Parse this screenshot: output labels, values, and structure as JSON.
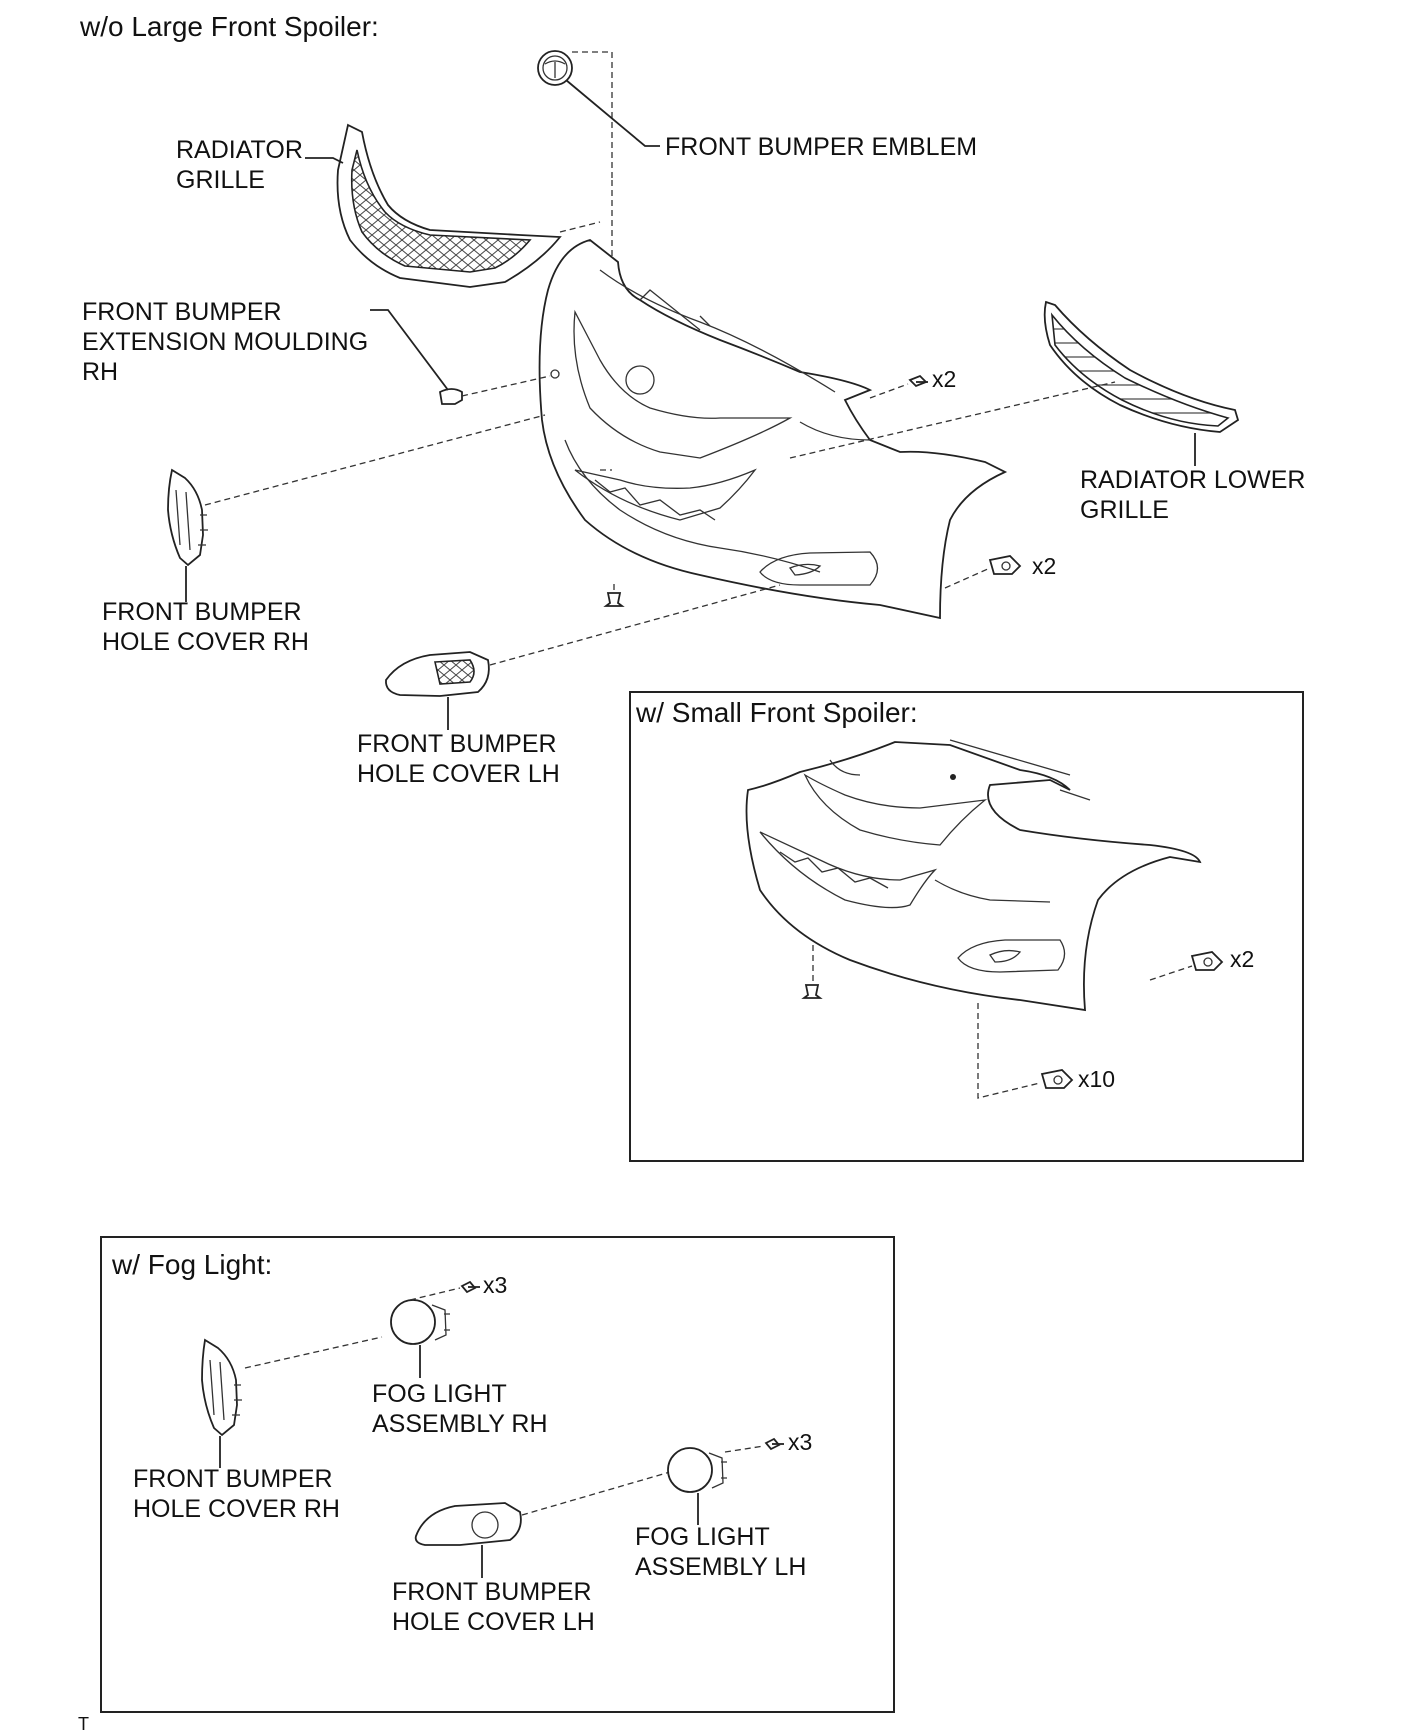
{
  "sections": {
    "main_title": "w/o Large Front Spoiler:",
    "small_spoiler_title": "w/ Small Front Spoiler:",
    "fog_title": "w/ Fog Light:"
  },
  "labels": {
    "front_bumper_emblem": "FRONT BUMPER EMBLEM",
    "radiator_grille_1": "RADIATOR",
    "radiator_grille_2": "GRILLE",
    "ext_moulding_1": "FRONT BUMPER",
    "ext_moulding_2": "EXTENSION MOULDING",
    "ext_moulding_3": "RH",
    "radiator_lower_1": "RADIATOR LOWER",
    "radiator_lower_2": "GRILLE",
    "hole_cover_rh_1": "FRONT BUMPER",
    "hole_cover_rh_2": "HOLE COVER RH",
    "hole_cover_lh_1": "FRONT BUMPER",
    "hole_cover_lh_2": "HOLE COVER LH",
    "fog_rh_1": "FOG LIGHT",
    "fog_rh_2": "ASSEMBLY RH",
    "fog_lh_1": "FOG LIGHT",
    "fog_lh_2": "ASSEMBLY LH",
    "fog_hole_rh_1": "FRONT BUMPER",
    "fog_hole_rh_2": "HOLE COVER RH",
    "fog_hole_lh_1": "FRONT BUMPER",
    "fog_hole_lh_2": "HOLE COVER LH"
  },
  "quantities": {
    "screw_top": "x2",
    "clip_right": "x2",
    "clip_small_right": "x2",
    "clip_small_bottom": "x10",
    "fog_rh_screws": "x3",
    "fog_lh_screws": "x3"
  },
  "corner_mark": "T"
}
